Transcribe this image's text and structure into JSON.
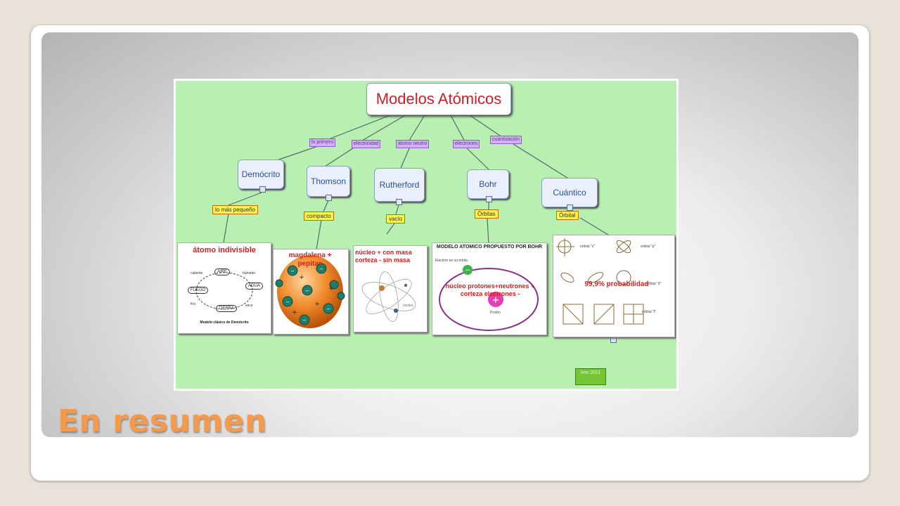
{
  "slide": {
    "title": "En resumen"
  },
  "concept_map": {
    "root": "Modelos Atómicos",
    "link_labels": [
      "lo primero",
      "electricidad",
      "átomo neutro",
      "electrones",
      "cuantización"
    ],
    "models": [
      {
        "name": "Demócrito",
        "descriptor": "lo más pequeño"
      },
      {
        "name": "Thomson",
        "descriptor": "compacto"
      },
      {
        "name": "Rutherford",
        "descriptor": "vacío"
      },
      {
        "name": "Bohr",
        "descriptor": "Órbitas"
      },
      {
        "name": "Cuántico",
        "descriptor": "Órbital"
      }
    ],
    "cards": {
      "democrito": {
        "title": "átomo indivisible",
        "elements": [
          "AIRE",
          "FUEGO",
          "AGUA",
          "TIERRA"
        ],
        "qualities": [
          "caliente",
          "húmedo",
          "seco",
          "frío"
        ],
        "caption": "Modelo clásico de Demócrito"
      },
      "thomson": {
        "caption": "magdalena + pepitas"
      },
      "rutherford": {
        "caption": "núcleo + con masa corteza - sin masa",
        "small_label": "núcleo"
      },
      "bohr": {
        "heading": "MODELO ATOMICO PROPUESTO POR BOHR",
        "electron_label": "Electrón en su órbita",
        "caption": "núcleo protones+neutrones + corteza electrones -",
        "proton_label": "Protón"
      },
      "cuantico": {
        "caption": "99,9% probabilidad",
        "orbital_labels": [
          "orbital \"s\"",
          "orbital \"p\"",
          "orbital \"d\"",
          "orbital \"f\""
        ]
      }
    },
    "footer_badge": "Imo 2011"
  }
}
